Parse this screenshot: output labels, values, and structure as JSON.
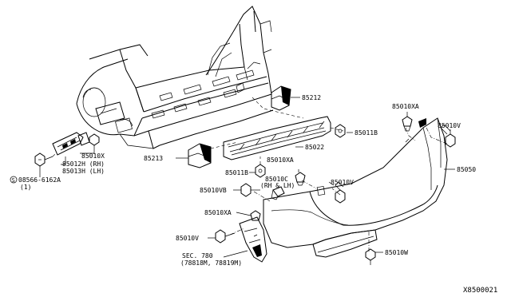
{
  "diagram_id": "X8500021",
  "labels": {
    "p85212": "85212",
    "p85011B_a": "85011B",
    "p85022": "85022",
    "p85010XA_top": "85010XA",
    "p85010V_top": "85010V",
    "p85050": "85050",
    "p85010X": "85010X",
    "p85012H": "85012H (RH)",
    "p85013H": "85013H (LH)",
    "p08566": "08566-6162A",
    "p08566_qty": "(1)",
    "p85213": "85213",
    "p85011B_b": "85011B",
    "p85010XA_mid": "85010XA",
    "p85010C": "85010C",
    "p85010C_side": "(RH & LH)",
    "p85010V_mid": "85010V",
    "p85010VB": "85010VB",
    "p85010XA_low": "85010XA",
    "p85010V_low": "85010V",
    "sec780": "SEC. 780",
    "sec780_parts": "(78818M, 78819M)",
    "p85010W": "85010W"
  }
}
